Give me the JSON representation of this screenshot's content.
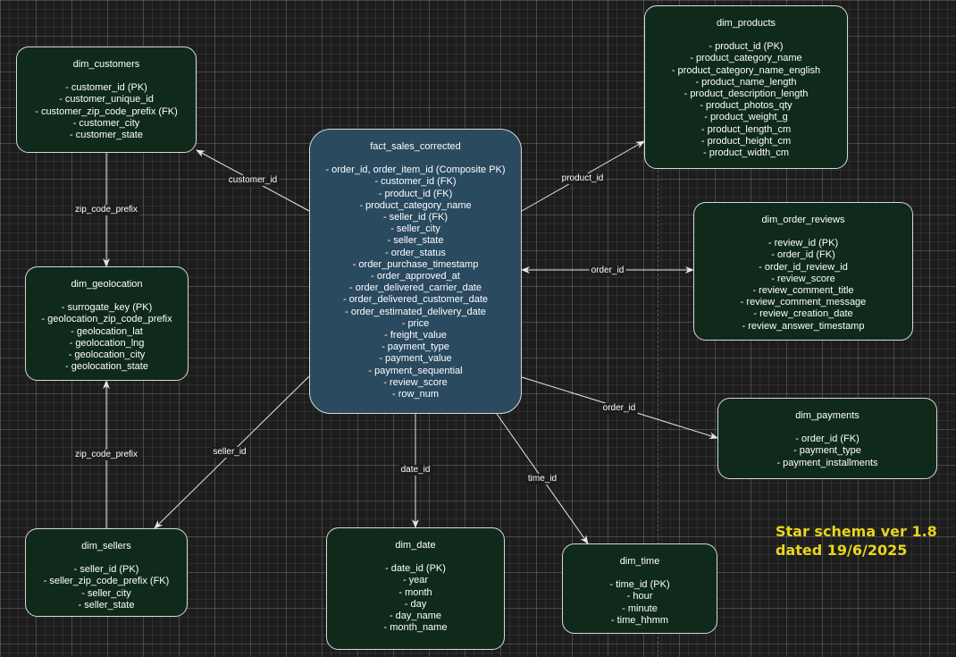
{
  "tables": [
    {
      "id": "dim_customers",
      "title": "dim_customers",
      "attributes": [
        "- customer_id (PK)",
        "- customer_unique_id",
        "- customer_zip_code_prefix (FK)",
        "- customer_city",
        "- customer_state"
      ]
    },
    {
      "id": "dim_geolocation",
      "title": "dim_geolocation",
      "attributes": [
        "- surrogate_key (PK)",
        "- geolocation_zip_code_prefix",
        "- geolocation_lat",
        "- geolocation_lng",
        "- geolocation_city",
        "- geolocation_state"
      ]
    },
    {
      "id": "dim_sellers",
      "title": "dim_sellers",
      "attributes": [
        "- seller_id (PK)",
        "- seller_zip_code_prefix (FK)",
        "- seller_city",
        "- seller_state"
      ]
    },
    {
      "id": "fact_sales_corrected",
      "title": "fact_sales_corrected",
      "attributes": [
        "- order_id, order_item_id (Composite PK)",
        "- customer_id (FK)",
        "- product_id (FK)",
        "- product_category_name",
        "- seller_id (FK)",
        "- seller_city",
        "- seller_state",
        "- order_status",
        "- order_purchase_timestamp",
        "- order_approved_at",
        "- order_delivered_carrier_date",
        "- order_delivered_customer_date",
        "- order_estimated_delivery_date",
        "- price",
        "- freight_value",
        "- payment_type",
        "- payment_value",
        "- payment_sequential",
        "- review_score",
        "- row_num"
      ]
    },
    {
      "id": "dim_date",
      "title": "dim_date",
      "attributes": [
        "- date_id (PK)",
        "- year",
        "- month",
        "- day",
        "- day_name",
        "- month_name"
      ]
    },
    {
      "id": "dim_time",
      "title": "dim_time",
      "attributes": [
        "- time_id (PK)",
        "- hour",
        "- minute",
        "- time_hhmm"
      ]
    },
    {
      "id": "dim_products",
      "title": "dim_products",
      "attributes": [
        "- product_id (PK)",
        "- product_category_name",
        "- product_category_name_english",
        "- product_name_length",
        "- product_description_length",
        "- product_photos_qty",
        "- product_weight_g",
        "- product_length_cm",
        "- product_height_cm",
        "- product_width_cm"
      ]
    },
    {
      "id": "dim_order_reviews",
      "title": "dim_order_reviews",
      "attributes": [
        "- review_id (PK)",
        "- order_id (FK)",
        "- order_id_review_id",
        "- review_score",
        "- review_comment_title",
        "- review_comment_message",
        "- review_creation_date",
        "- review_answer_timestamp"
      ]
    },
    {
      "id": "dim_payments",
      "title": "dim_payments",
      "attributes": [
        "- order_id (FK)",
        "- payment_type",
        "- payment_installments"
      ]
    }
  ],
  "relationships": [
    {
      "from": "fact_sales_corrected",
      "to": "dim_customers",
      "label": "customer_id"
    },
    {
      "from": "dim_customers",
      "to": "dim_geolocation",
      "label": "zip_code_prefix"
    },
    {
      "from": "dim_sellers",
      "to": "dim_geolocation",
      "label": "zip_code_prefix"
    },
    {
      "from": "fact_sales_corrected",
      "to": "dim_sellers",
      "label": "seller_id"
    },
    {
      "from": "fact_sales_corrected",
      "to": "dim_date",
      "label": "date_id"
    },
    {
      "from": "fact_sales_corrected",
      "to": "dim_time",
      "label": "time_id"
    },
    {
      "from": "fact_sales_corrected",
      "to": "dim_products",
      "label": "product_id"
    },
    {
      "from": "fact_sales_corrected",
      "to": "dim_order_reviews",
      "label": "order_id",
      "bidirectional": true
    },
    {
      "from": "fact_sales_corrected",
      "to": "dim_payments",
      "label": "order_id"
    }
  ],
  "note": {
    "line1": "Star schema ver 1.8",
    "line2": "dated 19/6/2025"
  },
  "colors": {
    "dimension_fill": "#0f2a1b",
    "fact_fill": "#2a4a60",
    "border": "#d9d9d9",
    "connector": "#e6e6e6",
    "note_text": "#e8d51e",
    "canvas": "#1d1d1d"
  }
}
